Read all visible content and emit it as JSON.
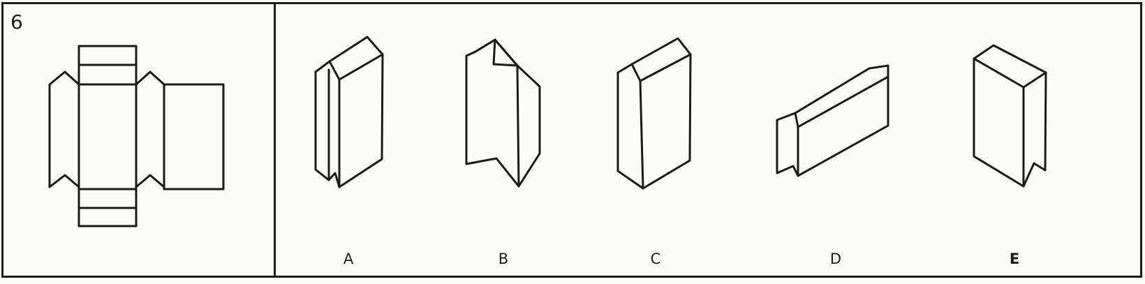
{
  "question": {
    "number": "6"
  },
  "options": [
    {
      "label": "A"
    },
    {
      "label": "B"
    },
    {
      "label": "C"
    },
    {
      "label": "D"
    },
    {
      "label": "E"
    }
  ],
  "colors": {
    "ink": "#1a1a1a",
    "paper": "#fbfbfa"
  }
}
